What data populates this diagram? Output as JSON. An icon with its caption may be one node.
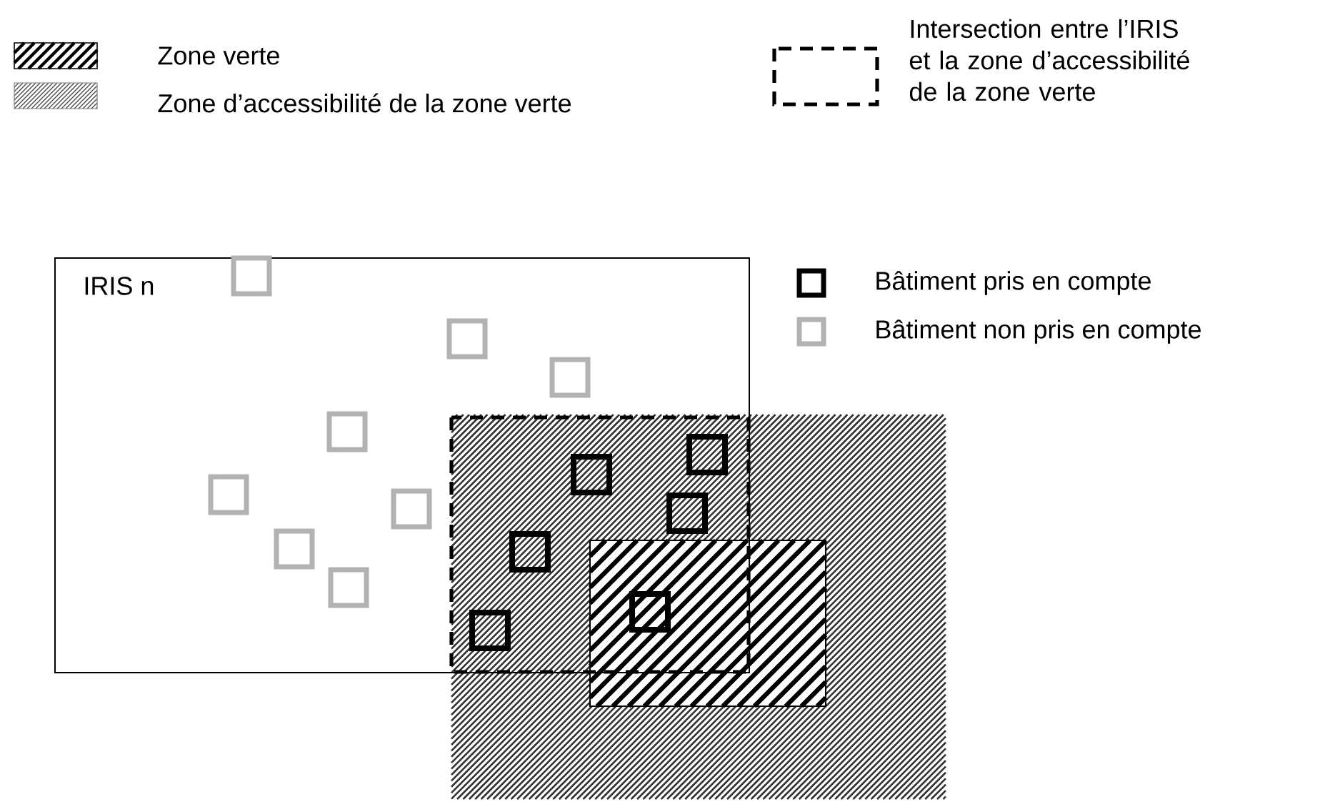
{
  "diagram": {
    "nodes": [
      {
        "text": [
          "IRIS n"
        ]
      }
    ],
    "legend": [
      {
        "text": "Zone verte"
      },
      {
        "text": "Zone d’accessibilité de la zone verte"
      },
      {
        "text": "Intersection entre l’IRIS et la zone d’accessibilité de la zone verte"
      },
      {
        "text": "Bâtiment pris en compte"
      },
      {
        "text": "Bâtiment non pris en compte"
      }
    ]
  }
}
